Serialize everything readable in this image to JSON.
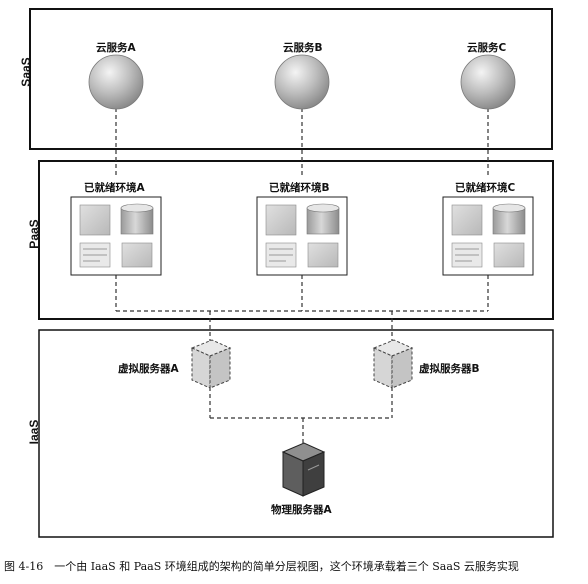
{
  "layers": {
    "saas": "SaaS",
    "paas": "PaaS",
    "iaas": "IaaS"
  },
  "cloud_services": [
    "云服务A",
    "云服务B",
    "云服务C"
  ],
  "environments": [
    "已就绪环境A",
    "已就绪环境B",
    "已就绪环境C"
  ],
  "virtual_servers": [
    "虚拟服务器A",
    "虚拟服务器B"
  ],
  "physical_server": "物理服务器A",
  "caption": "图 4-16　一个由 IaaS 和 PaaS 环境组成的架构的简单分层视图，这个环境承载着三个 SaaS 云服务实现"
}
